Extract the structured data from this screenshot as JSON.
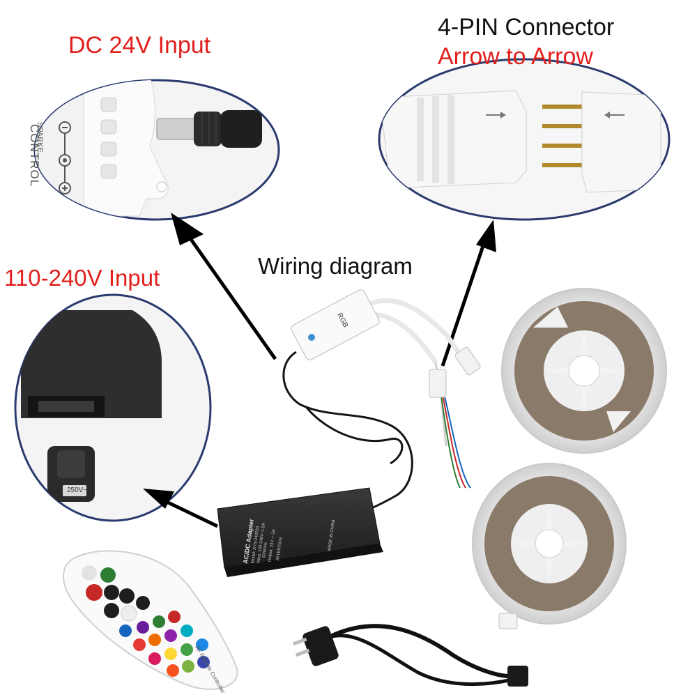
{
  "labels": {
    "dc_input": "DC 24V Input",
    "pin_connector": "4-PIN Connector",
    "arrow_to_arrow": "Arrow to Arrow",
    "wiring_diagram": "Wiring diagram",
    "ac_input": "110-240V Input"
  },
  "device_text": {
    "adapter_brand": "AC/DC Adapter",
    "adapter_spec_1": "Model: XYS-240200",
    "adapter_spec_2": "Input: 100-240V~1.5A",
    "adapter_spec_3": "50/60Hz",
    "adapter_spec_4": "Output: 24V ⎓ 2A",
    "adapter_attention": "ATTENTION",
    "adapter_made_in": "MADE IN CHINA",
    "plug_rating": "250V~",
    "remote_caption": "RF Remote Controller",
    "controller_logo": "SPARKE",
    "controller_brand": "CONTROL",
    "controller_label": "RGB"
  },
  "colors": {
    "label_red": "#e0201c",
    "label_black": "#111111",
    "callout_border": "#2a3a6e",
    "arrow": "#000000"
  }
}
